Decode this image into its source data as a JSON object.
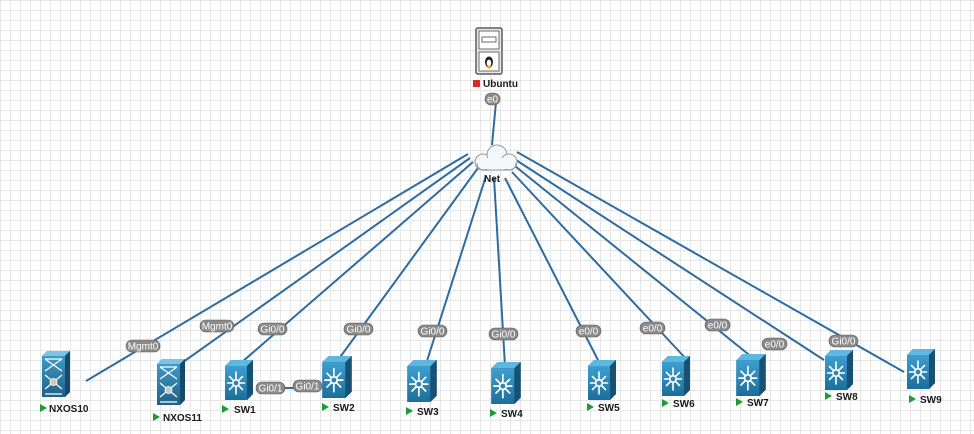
{
  "colors": {
    "link": "#2e6b9e",
    "running": "#1f9a3a",
    "stopped": "#d62b1f",
    "switch_body": "#2a86b5",
    "port_label_bg": "#8a8a8a"
  },
  "nodes": {
    "ubuntu": {
      "label": "Ubuntu",
      "status": "stopped",
      "icon": "server-icon"
    },
    "net": {
      "label": "Net",
      "icon": "cloud-icon"
    },
    "nxos10": {
      "label": "NXOS10",
      "status": "running",
      "icon": "nexus-switch-icon"
    },
    "nxos11": {
      "label": "NXOS11",
      "status": "running",
      "icon": "nexus-switch-icon"
    },
    "sw1": {
      "label": "SW1",
      "status": "running",
      "icon": "l3-switch-icon"
    },
    "sw2": {
      "label": "SW2",
      "status": "running",
      "icon": "l3-switch-icon"
    },
    "sw3": {
      "label": "SW3",
      "status": "running",
      "icon": "l3-switch-icon"
    },
    "sw4": {
      "label": "SW4",
      "status": "running",
      "icon": "l3-switch-icon"
    },
    "sw5": {
      "label": "SW5",
      "status": "running",
      "icon": "l3-switch-icon"
    },
    "sw6": {
      "label": "SW6",
      "status": "running",
      "icon": "l3-switch-icon"
    },
    "sw7": {
      "label": "SW7",
      "status": "running",
      "icon": "l3-switch-icon"
    },
    "sw8": {
      "label": "SW8",
      "status": "running",
      "icon": "l3-switch-icon"
    },
    "sw9": {
      "label": "SW9",
      "status": "running",
      "icon": "l3-switch-icon"
    }
  },
  "ports": {
    "ubuntu_e0": "e0",
    "nxos10_mgmt0": "Mgmt0",
    "nxos11_mgmt0": "Mgmt0",
    "sw1_gi00": "Gi0/0",
    "sw1_gi01": "Gi0/1",
    "sw2_gi01": "Gi0/1",
    "sw2_gi00": "Gi0/0",
    "sw3_gi00": "Gi0/0",
    "sw4_gi00": "Gi0/0",
    "sw5_e00": "e0/0",
    "sw6_e00": "e0/0",
    "sw7_e00": "e0/0",
    "sw8_e00": "e0/0",
    "sw9_gi00": "Gi0/0"
  }
}
